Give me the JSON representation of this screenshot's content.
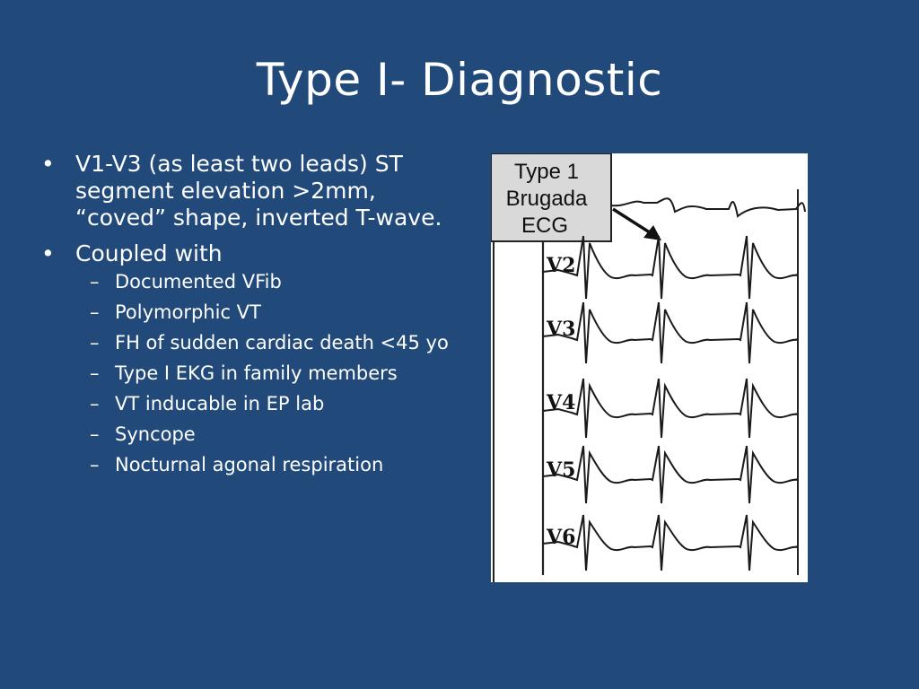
{
  "slide": {
    "title": "Type I- Diagnostic",
    "bullets": [
      {
        "text": "V1-V3 (as least two leads) ST segment elevation >2mm, “coved” shape, inverted T-wave."
      },
      {
        "text": "Coupled with",
        "subitems": [
          "Documented VFib",
          "Polymorphic VT",
          "FH of sudden cardiac death <45 yo",
          "Type I EKG in family members",
          "VT inducable in EP lab",
          "Syncope",
          "Nocturnal agonal respiration"
        ]
      }
    ],
    "bullet_glyph": "•",
    "dash_glyph": "–"
  },
  "figure": {
    "label_line1": "Type 1",
    "label_line2": "Brugada",
    "label_line3": "ECG",
    "leads": [
      "V2",
      "V3",
      "V4",
      "V5",
      "V6"
    ]
  },
  "colors": {
    "background": "#21497a",
    "text": "#ffffff",
    "ecg_trace": "#1a1a1a",
    "label_box": "#d9d9d9"
  }
}
